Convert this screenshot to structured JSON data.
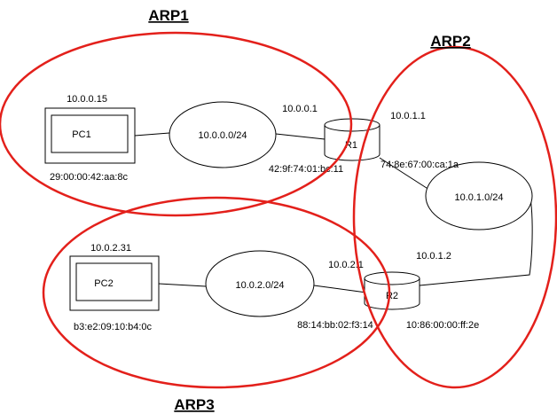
{
  "arp_domains": [
    {
      "label": "ARP1"
    },
    {
      "label": "ARP2"
    },
    {
      "label": "ARP3"
    }
  ],
  "hosts": [
    {
      "label": "PC1",
      "ip": "10.0.0.15",
      "mac": "29:00:00:42:aa:8c"
    },
    {
      "label": "PC2",
      "ip": "10.0.2.31",
      "mac": "b3:e2:09:10:b4:0c"
    }
  ],
  "networks": [
    {
      "label": "10.0.0.0/24"
    },
    {
      "label": "10.0.1.0/24"
    },
    {
      "label": "10.0.2.0/24"
    }
  ],
  "routers": [
    {
      "label": "R1",
      "interfaces": [
        {
          "ip": "10.0.0.1",
          "mac": "42:9f:74:01:bc:11"
        },
        {
          "ip": "10.0.1.1",
          "mac": "74:8e:67:00:ca:1a"
        }
      ]
    },
    {
      "label": "R2",
      "interfaces": [
        {
          "ip": "10.0.2.1",
          "mac": "88:14:bb:02:f3:14"
        },
        {
          "ip": "10.0.1.2",
          "mac": "10:86:00:00:ff:2e"
        }
      ]
    }
  ],
  "colors": {
    "arp_outline": "#e3201b",
    "stroke": "#000000",
    "background": "#ffffff"
  }
}
